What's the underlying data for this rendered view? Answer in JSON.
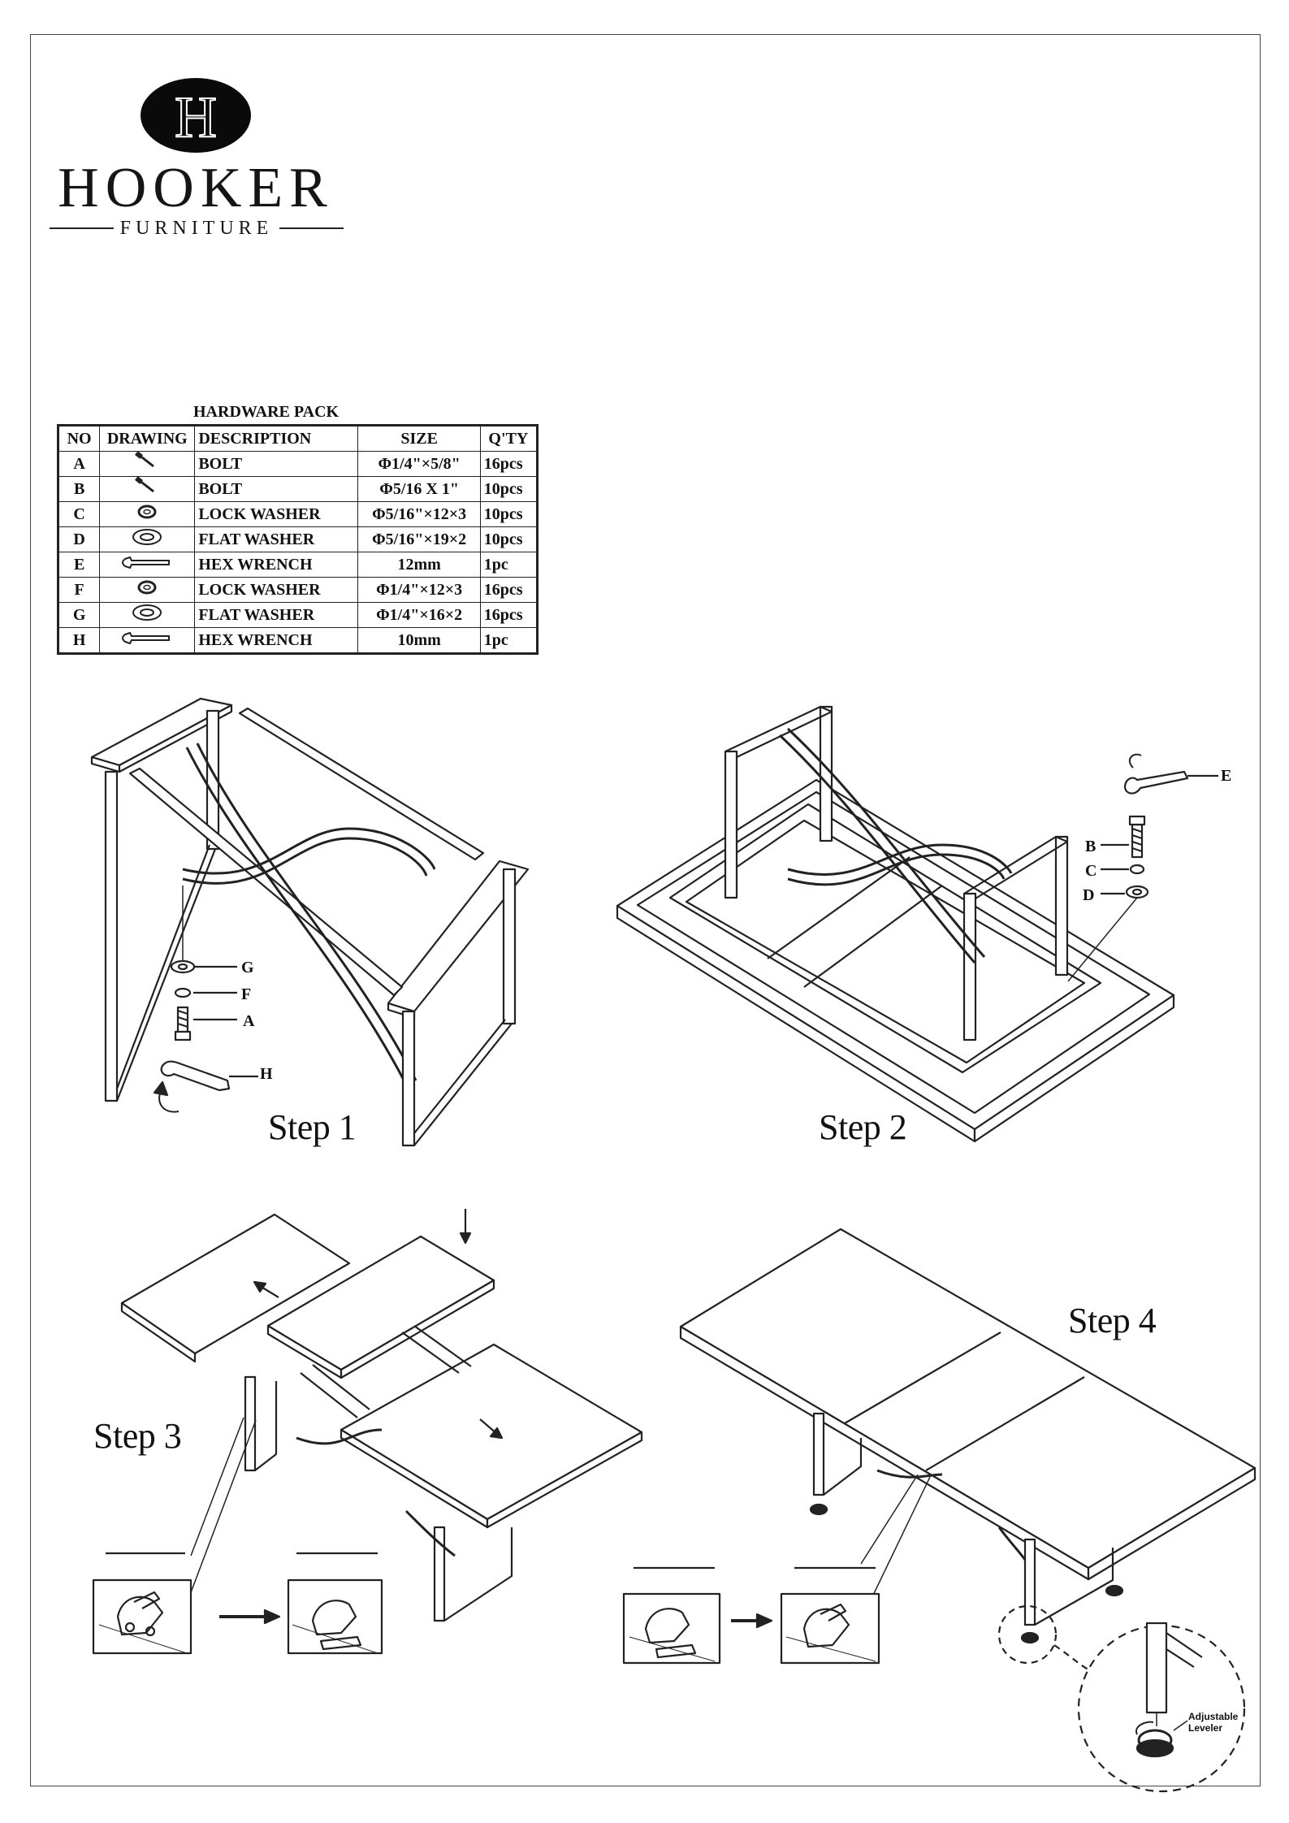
{
  "brand": {
    "letter": "H",
    "name": "HOOKER",
    "sub": "FURNITURE"
  },
  "hardware_pack": {
    "title": "HARDWARE PACK",
    "headers": [
      "NO",
      "DRAWING",
      "DESCRIPTION",
      "SIZE",
      "Q'TY"
    ],
    "rows": [
      {
        "no": "A",
        "icon": "bolt-icon",
        "description": "BOLT",
        "size": "Φ1/4\"×5/8\"",
        "qty": "16pcs"
      },
      {
        "no": "B",
        "icon": "bolt-icon",
        "description": "BOLT",
        "size": "Φ5/16 X 1\"",
        "qty": "10pcs"
      },
      {
        "no": "C",
        "icon": "lock-washer-icon",
        "description": "LOCK WASHER",
        "size": "Φ5/16\"×12×3",
        "qty": "10pcs"
      },
      {
        "no": "D",
        "icon": "flat-washer-icon",
        "description": "FLAT WASHER",
        "size": "Φ5/16\"×19×2",
        "qty": "10pcs"
      },
      {
        "no": "E",
        "icon": "hex-wrench-icon",
        "description": "HEX WRENCH",
        "size": "12mm",
        "qty": "1pc"
      },
      {
        "no": "F",
        "icon": "lock-washer-icon",
        "description": "LOCK WASHER",
        "size": "Φ1/4\"×12×3",
        "qty": "16pcs"
      },
      {
        "no": "G",
        "icon": "flat-washer-icon",
        "description": "FLAT WASHER",
        "size": "Φ1/4\"×16×2",
        "qty": "16pcs"
      },
      {
        "no": "H",
        "icon": "hex-wrench-icon",
        "description": "HEX WRENCH",
        "size": "10mm",
        "qty": "1pc"
      }
    ]
  },
  "steps": {
    "step1": {
      "label": "Step 1",
      "callouts": [
        "G",
        "F",
        "A",
        "H"
      ]
    },
    "step2": {
      "label": "Step 2",
      "callouts": [
        "E",
        "B",
        "C",
        "D"
      ]
    },
    "step3": {
      "label": "Step 3"
    },
    "step4": {
      "label": "Step 4",
      "leveler_label_line1": "Adjustable",
      "leveler_label_line2": "Leveler"
    }
  }
}
